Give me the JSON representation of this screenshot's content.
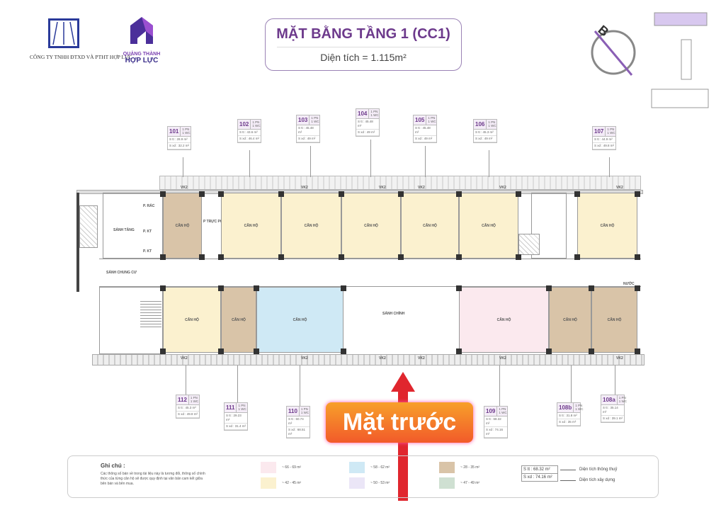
{
  "logos": {
    "left_company": "CÔNG TY TNHH ĐTXD VÀ PTHT HỢP LỰC",
    "brand_line1": "QUẢNG THÀNH",
    "brand_line2": "HỢP LỰC"
  },
  "header": {
    "title": "MẶT BẰNG TẦNG 1 (CC1)",
    "area": "Diện tích = 1.115m²"
  },
  "compass": {
    "label": "B"
  },
  "units_top": [
    {
      "id": "101",
      "type": "1 PN\n1 WC",
      "stt": "S tt : 28.9 m²",
      "sxd": "S xd : 32.2 m²"
    },
    {
      "id": "102",
      "type": "1 PN\n1 WC",
      "stt": "S tt : 43.6 m²",
      "sxd": "S xd : 46.4 m²"
    },
    {
      "id": "103",
      "type": "1 PN\n1 WC",
      "stt": "S tt : 45.48 m²",
      "sxd": "S xd : 49 m²"
    },
    {
      "id": "104",
      "type": "1 PN\n1 WC",
      "stt": "S tt : 45.48 m²",
      "sxd": "S xd : 49 m²"
    },
    {
      "id": "105",
      "type": "1 PN\n1 WC",
      "stt": "S tt : 45.48 m²",
      "sxd": "S xd : 49 m²"
    },
    {
      "id": "106",
      "type": "1 PN\n1 WC",
      "stt": "S tt : 45.3 m²",
      "sxd": "S xd : 49 m²"
    },
    {
      "id": "107",
      "type": "1 PN\n1 WC",
      "stt": "S tt : 44.9 m²",
      "sxd": "S xd : 49.8 m²"
    }
  ],
  "units_bottom": [
    {
      "id": "112",
      "type": "1 PN\n1 WC",
      "stt": "S tt : 45.3 m²",
      "sxd": "S xd : 49.8 m²"
    },
    {
      "id": "111",
      "type": "1 PN\n1 WC",
      "stt": "S tt : 29.23 m²",
      "sxd": "S xd : 31.4 m²"
    },
    {
      "id": "110",
      "type": "1 PN\n1 WC",
      "stt": "S tt : 60.74 m²",
      "sxd": "S xd : 68.51 m²"
    },
    {
      "id": "109",
      "type": "1 PN\n1 WC",
      "stt": "S tt : 68.32 m²",
      "sxd": "S xd : 74.16 m²"
    },
    {
      "id": "108b",
      "type": "1 PN\n1 WC",
      "stt": "S tt : 31.8 m²",
      "sxd": "S xd : 35 m²"
    },
    {
      "id": "108a",
      "type": "1 PN\n1 WC",
      "stt": "S tt : 35.14 m²",
      "sxd": "S xd : 39.1 m²"
    }
  ],
  "rooms": {
    "apartment": "CĂN HỘ",
    "guard": "P TRỰC PC",
    "floor_lobby": "SẢNH TẦNG",
    "trash": "P. RÁC",
    "tech1": "P. KT",
    "tech2": "P. KT",
    "residential_lobby": "SẢNH CHUNG CƯ",
    "main_lobby": "SẢNH CHÍNH",
    "water": "NƯỚC",
    "vk": "VK2"
  },
  "front_label": "Mặt trước",
  "legend": {
    "title": "Ghi chú :",
    "note": "Các thông số bán về trong tài liệu này là tương đối, thông số chính thức của từng căn hộ sẽ được quy định tại văn bản cam kết giữa bên bán và bên mua.",
    "swatches": [
      {
        "color": "#fbe9ee",
        "label": "~ 66 - 69 m²"
      },
      {
        "color": "#fbf1cf",
        "label": "~ 42 - 45 m²"
      },
      {
        "color": "#cfe9f5",
        "label": "~ 58 - 62 m²"
      },
      {
        "color": "#ebe6f7",
        "label": "~ 50 - 53 m²"
      },
      {
        "color": "#d9c4a8",
        "label": "~ 28 - 35 m²"
      },
      {
        "color": "#cfe0d2",
        "label": "~ 47 - 49 m²"
      }
    ],
    "example_stt": "S tt : 68.32 m²",
    "example_sxd": "S xd : 74.16 m²",
    "stt_desc": "Diện tích thông thuỷ",
    "sxd_desc": "Diện tích xây dựng"
  },
  "colors": {
    "accent": "#6d3a8c",
    "cream": "#fbf1cf",
    "tan": "#d9c4a8",
    "blue": "#cfe9f5",
    "pink": "#fbe9ee",
    "arrow": "#e0262e"
  }
}
